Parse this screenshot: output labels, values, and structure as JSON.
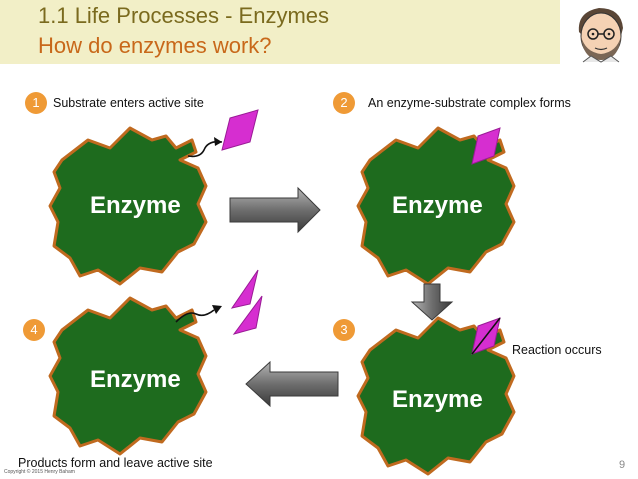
{
  "header": {
    "title": "1.1 Life Processes - Enzymes",
    "subtitle": "How do enzymes work?"
  },
  "steps": [
    {
      "number": "1",
      "caption": "Substrate enters active site"
    },
    {
      "number": "2",
      "caption": "An enzyme-substrate complex forms"
    },
    {
      "number": "3",
      "caption": "Reaction occurs"
    },
    {
      "number": "4",
      "caption": "Products form and leave active site"
    }
  ],
  "enzyme_label": "Enzyme",
  "footer": {
    "page_number": "9",
    "copyright": "Copyright © 2015 Henry Baham"
  },
  "colors": {
    "header_bg": "#f2efc7",
    "title": "#7a6a1e",
    "subtitle": "#c8681a",
    "badge": "#ef9a36",
    "enzyme_fill": "#1e6b1e",
    "enzyme_outline": "#c06a1f",
    "substrate": "#d62ed0",
    "arrow": "#808080"
  },
  "icons": [
    "presenter-avatar-icon",
    "curved-arrow-icon",
    "process-arrow-icon"
  ]
}
